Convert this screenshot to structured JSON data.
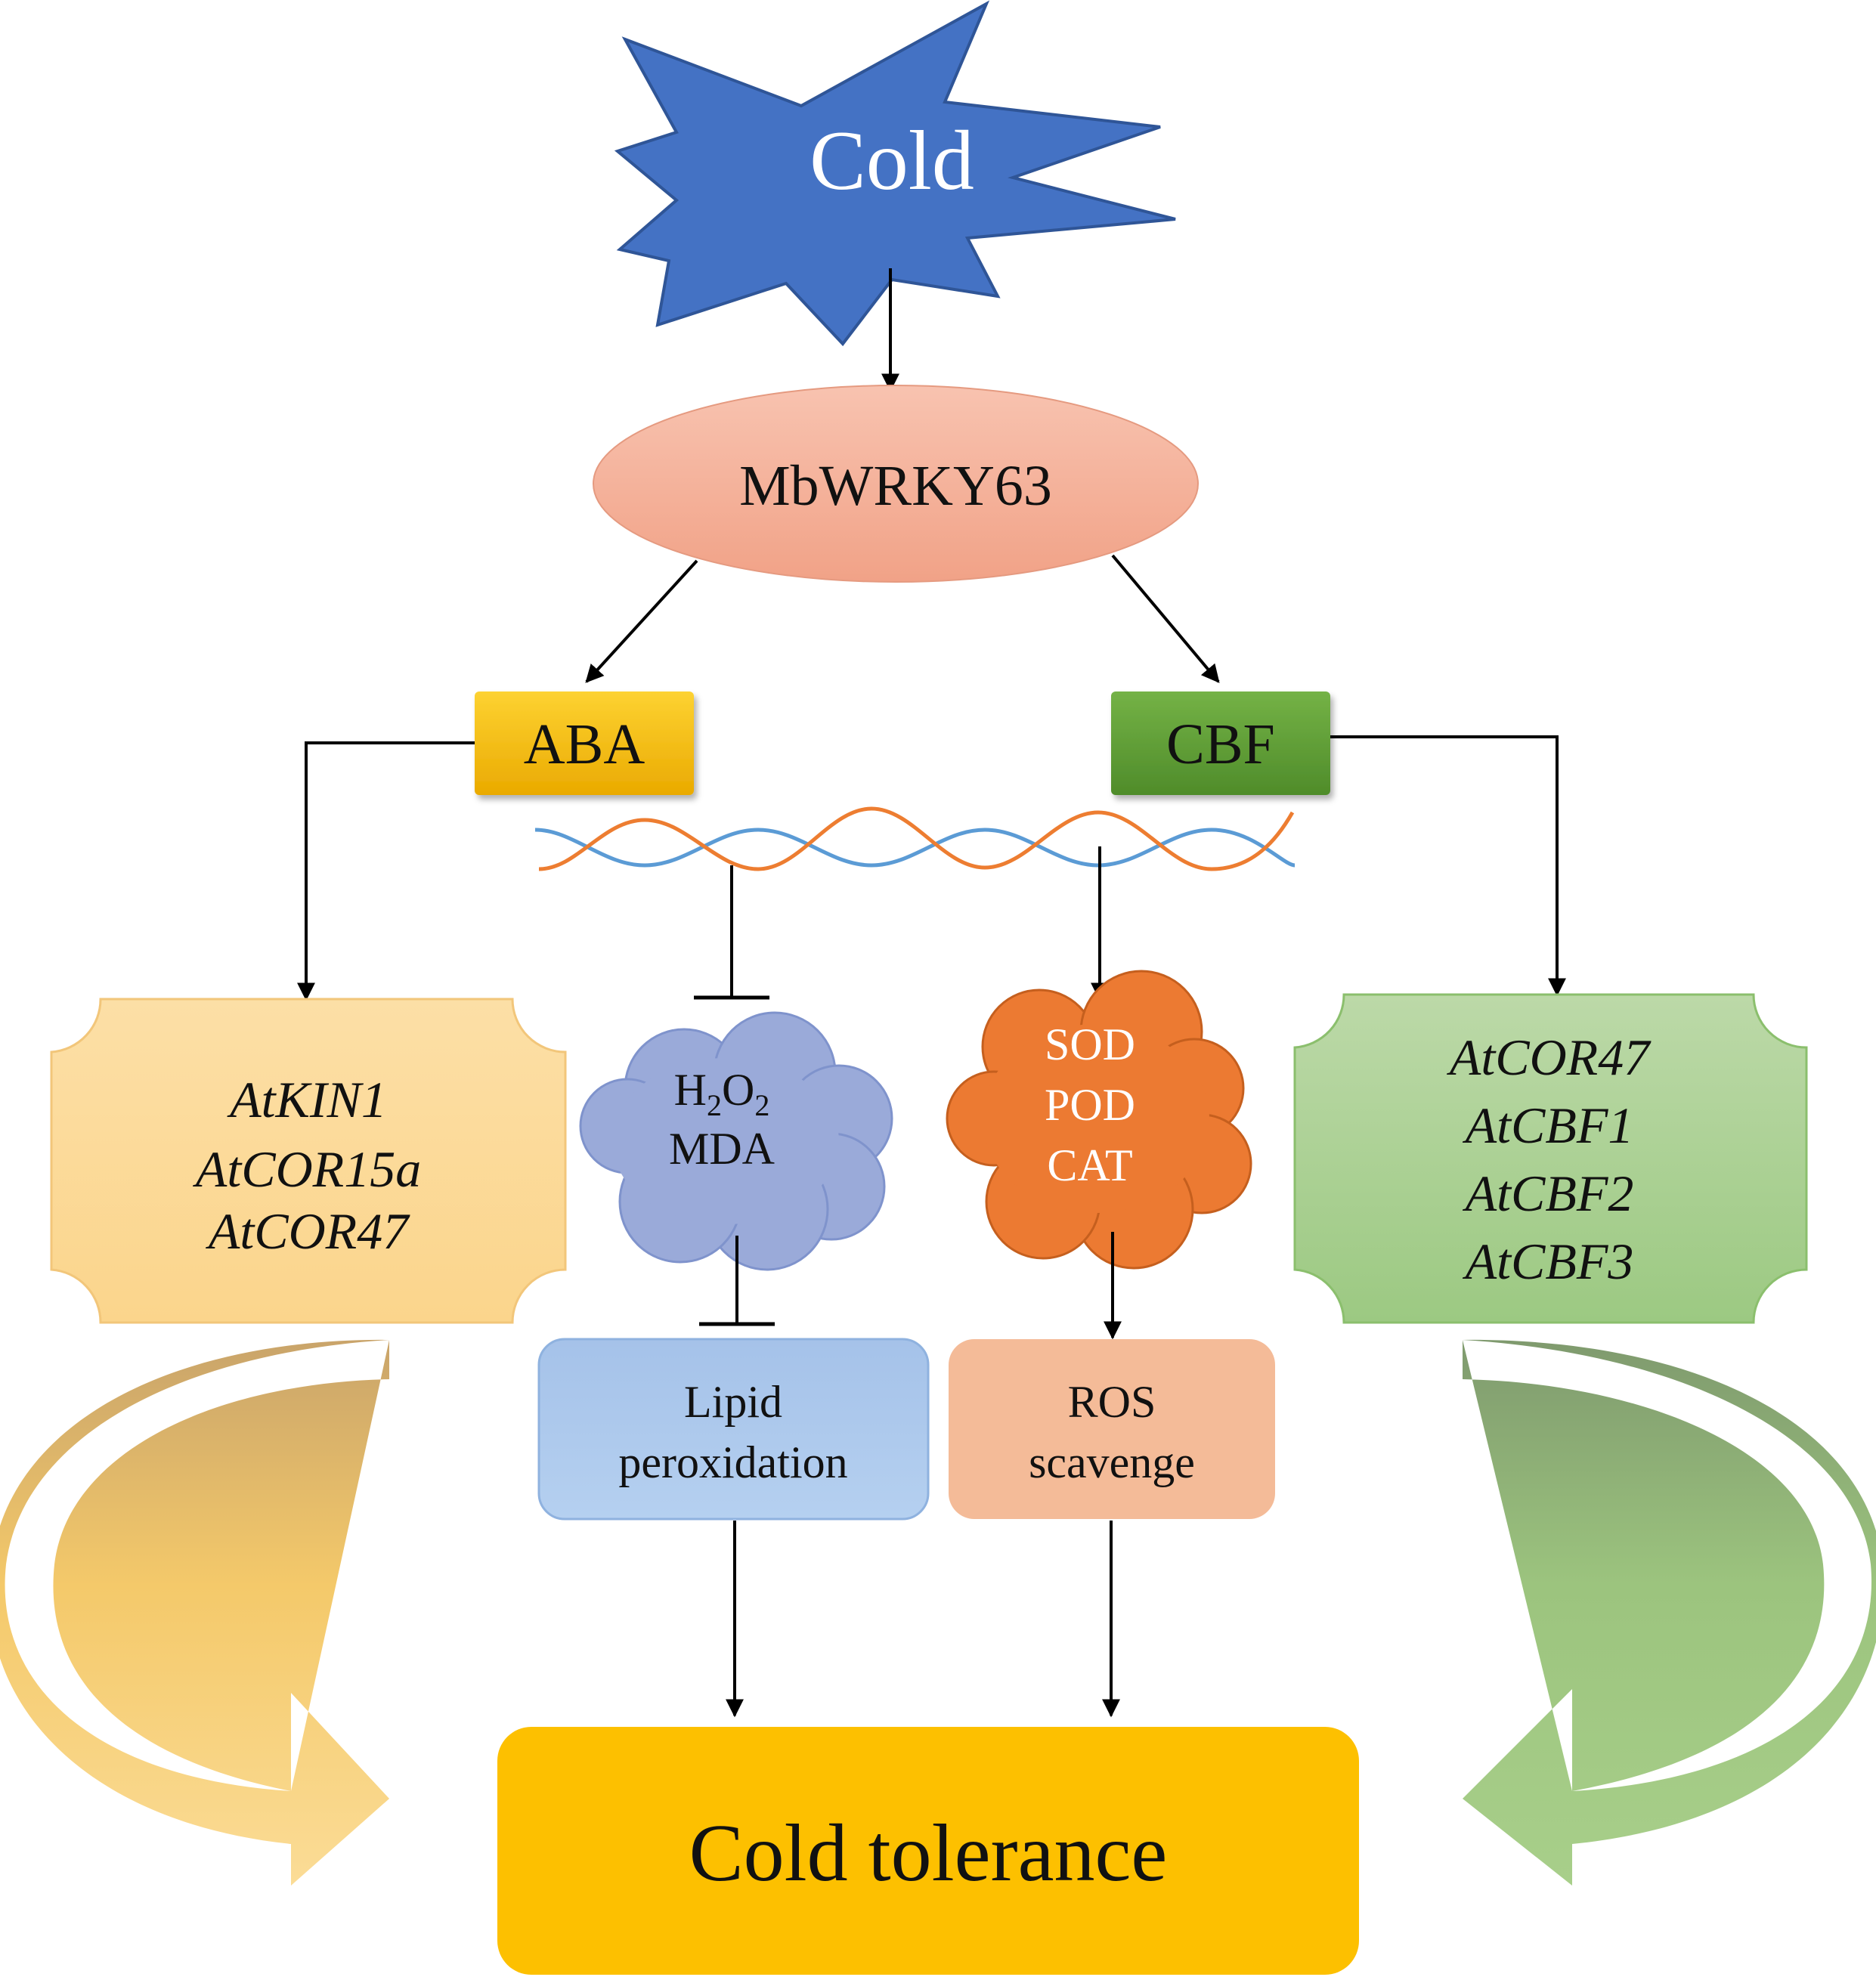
{
  "nodes": {
    "cold": "Cold",
    "mbwrky63": "MbWRKY63",
    "aba": "ABA",
    "cbf": "CBF",
    "left_genes": [
      "AtKIN1",
      "AtCOR15a",
      "AtCOR47"
    ],
    "right_genes": [
      "AtCOR47",
      "AtCBF1",
      "AtCBF2",
      "AtCBF3"
    ],
    "ros_cloud": {
      "h2o2_prefix": "H",
      "h2o2_sub1": "2",
      "h2o2_mid": "O",
      "h2o2_sub2": "2",
      "mda": "MDA"
    },
    "enzyme_cloud": [
      "SOD",
      "POD",
      "CAT"
    ],
    "lipid": [
      "Lipid",
      "peroxidation"
    ],
    "ros_scavenge": [
      "ROS",
      "scavenge"
    ],
    "tolerance": "Cold tolerance"
  },
  "colors": {
    "cold_star": "#4472c4",
    "mbwrky63": "#f4b09a",
    "aba": "#f5b800",
    "cbf": "#5e9e36",
    "left_box": "#fbd99a",
    "right_box": "#b1d39b",
    "h2o2_cloud": "#9aaad9",
    "enzyme_cloud": "#ec7a32",
    "lipid_box": "#aac6ea",
    "ros_box": "#f4bb98",
    "tolerance_box": "#fdc000",
    "dna_blue": "#5b9bd5",
    "dna_orange": "#ed7d31"
  }
}
